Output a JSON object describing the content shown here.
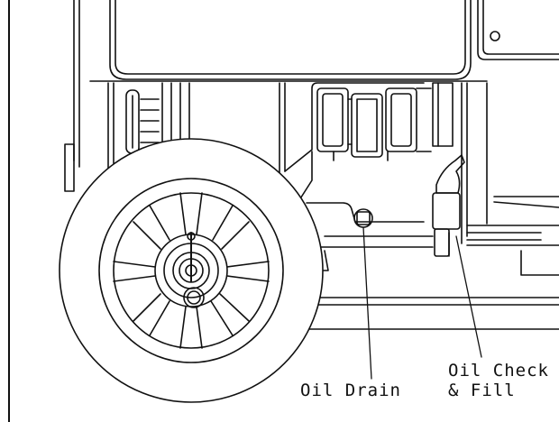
{
  "callouts": {
    "oil_drain": "Oil Drain",
    "oil_check_line1": "Oil Check",
    "oil_check_line2": "& Fill"
  },
  "colors": {
    "line": "#111111",
    "background": "#ffffff"
  }
}
